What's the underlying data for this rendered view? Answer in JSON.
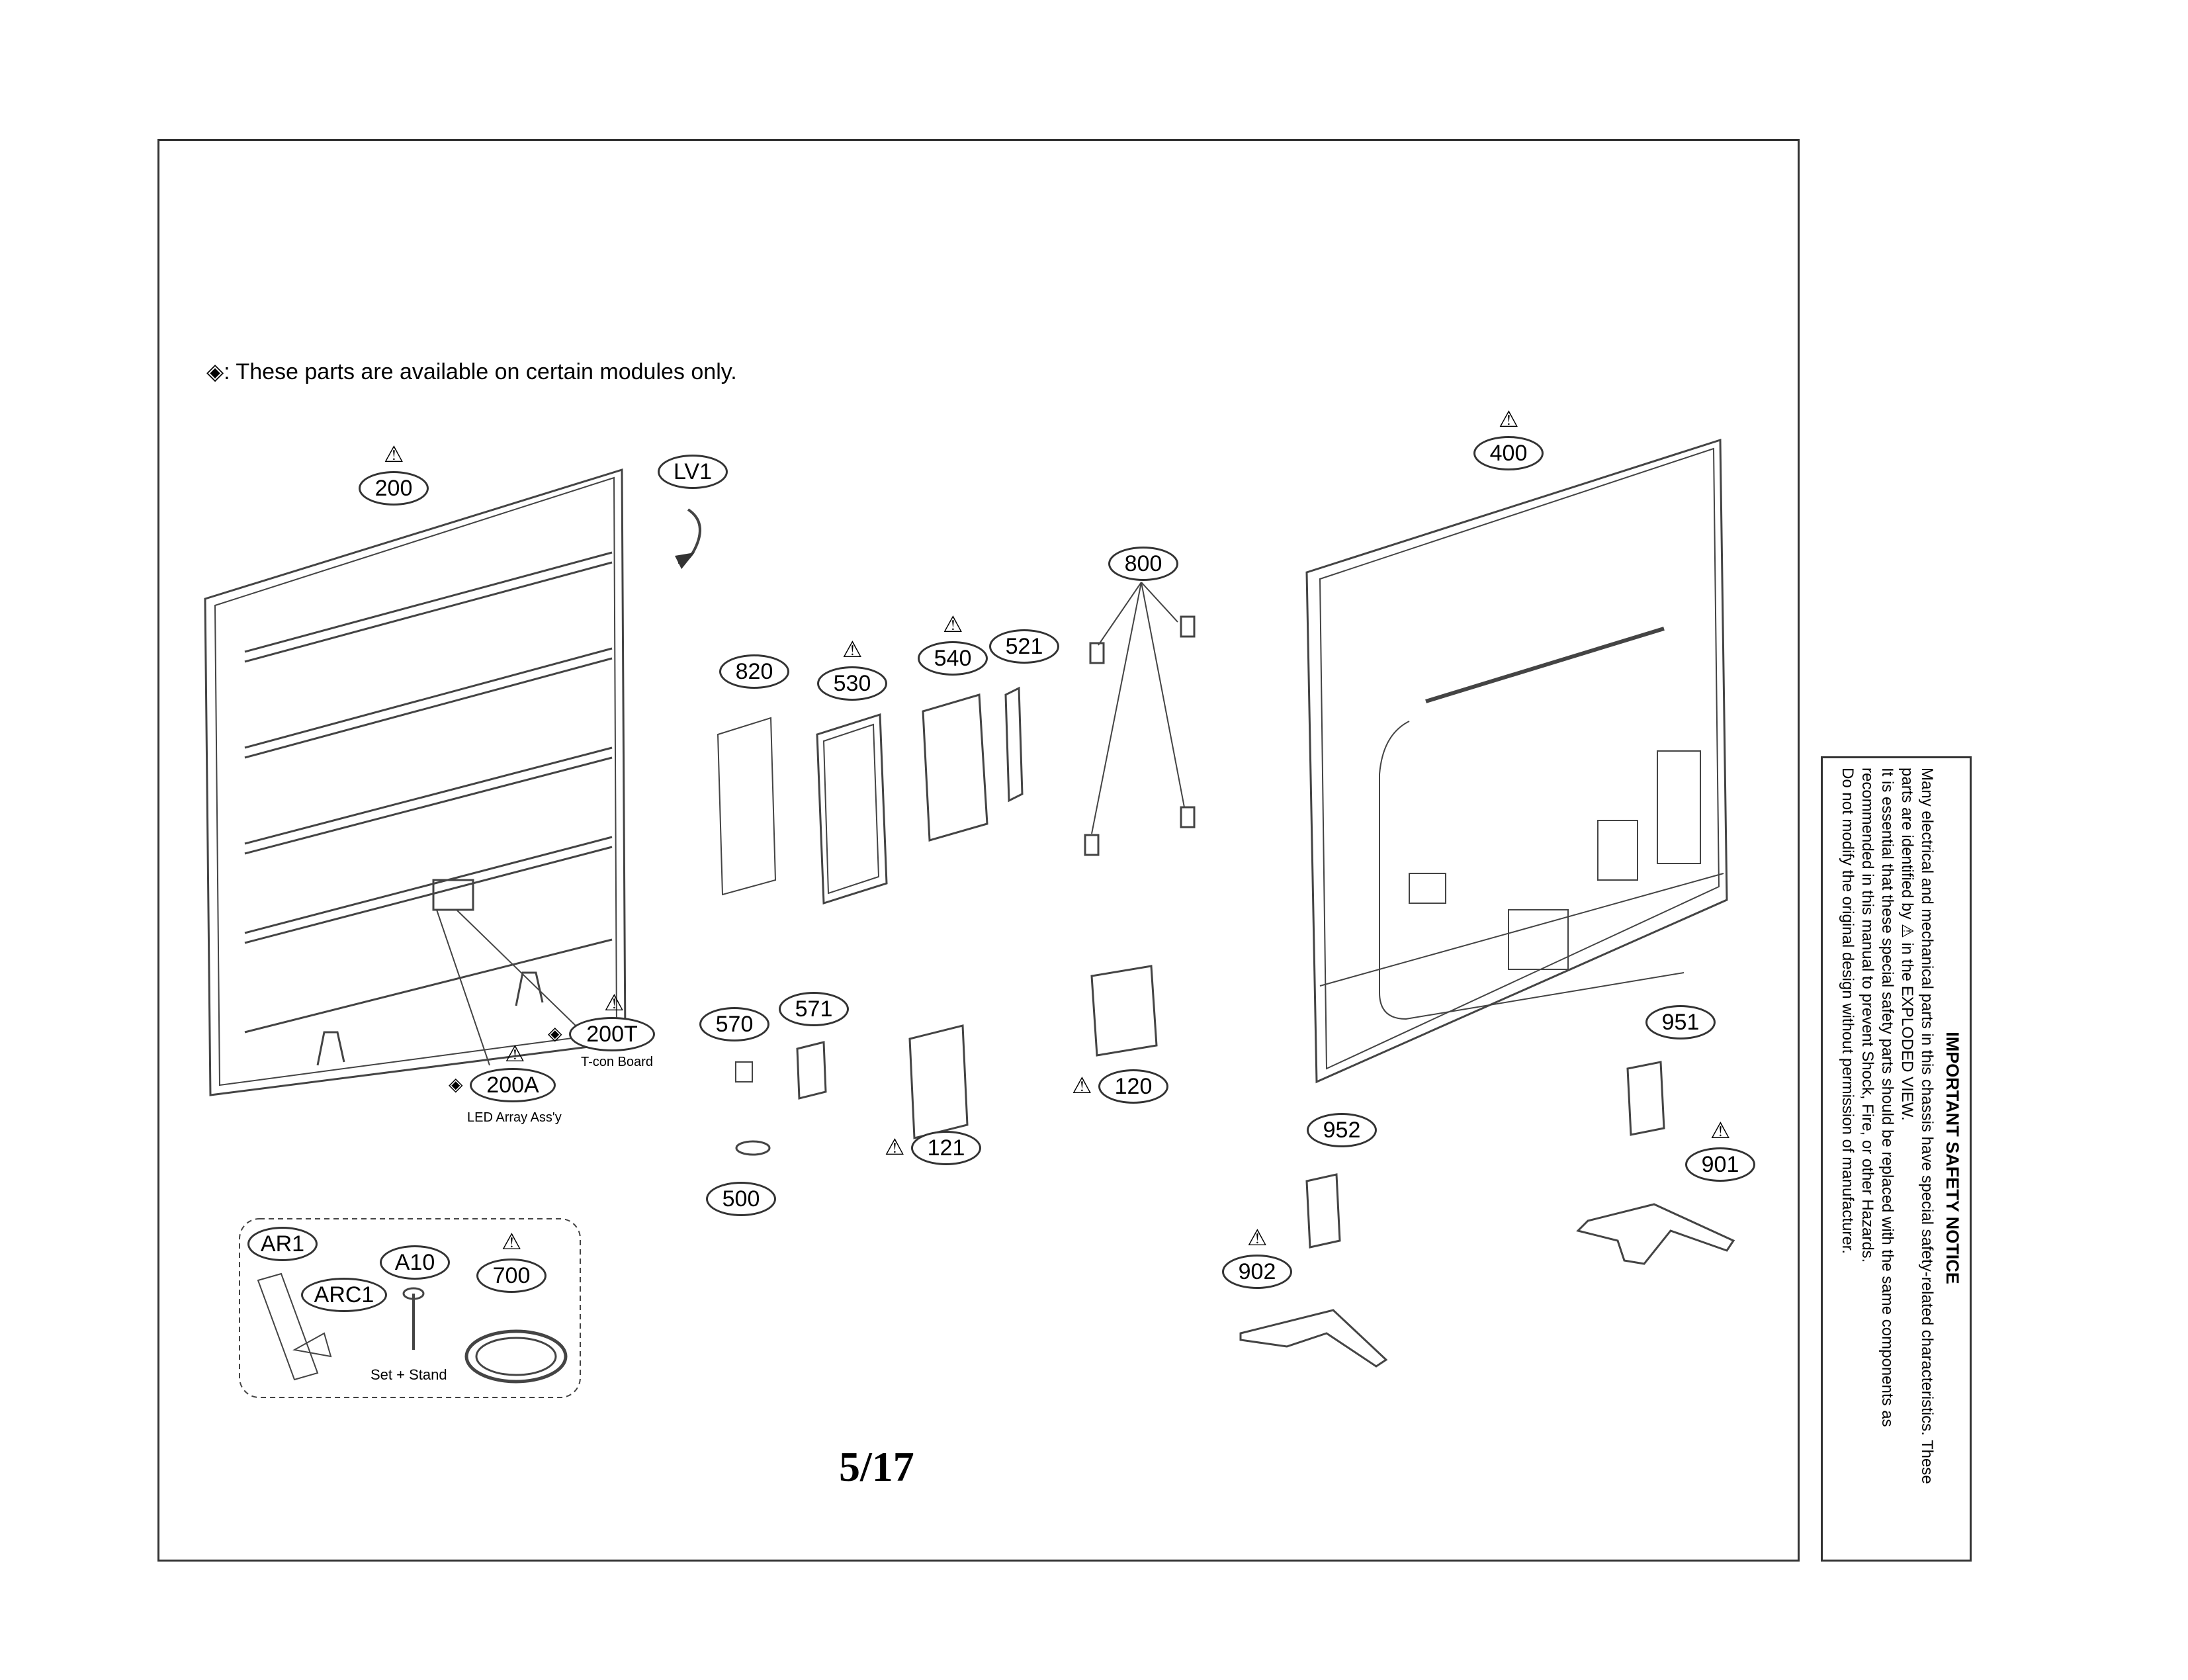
{
  "note": {
    "symbol": "◈",
    "text": ": These parts are available on certain modules only."
  },
  "callouts": [
    {
      "id": "200",
      "warn": true,
      "diamond": false
    },
    {
      "id": "LV1",
      "warn": false,
      "diamond": false
    },
    {
      "id": "820",
      "warn": false,
      "diamond": false
    },
    {
      "id": "530",
      "warn": true,
      "diamond": false
    },
    {
      "id": "540",
      "warn": true,
      "diamond": false
    },
    {
      "id": "521",
      "warn": false,
      "diamond": false
    },
    {
      "id": "800",
      "warn": false,
      "diamond": false
    },
    {
      "id": "400",
      "warn": true,
      "diamond": false
    },
    {
      "id": "200T",
      "warn": true,
      "diamond": true
    },
    {
      "id": "200A",
      "warn": true,
      "diamond": true
    },
    {
      "id": "570",
      "warn": false,
      "diamond": false
    },
    {
      "id": "571",
      "warn": false,
      "diamond": false
    },
    {
      "id": "121",
      "warn": true,
      "diamond": false
    },
    {
      "id": "120",
      "warn": true,
      "diamond": false
    },
    {
      "id": "500",
      "warn": false,
      "diamond": false
    },
    {
      "id": "951",
      "warn": false,
      "diamond": false
    },
    {
      "id": "952",
      "warn": false,
      "diamond": false
    },
    {
      "id": "901",
      "warn": true,
      "diamond": false
    },
    {
      "id": "902",
      "warn": true,
      "diamond": false
    },
    {
      "id": "AR1",
      "warn": false,
      "diamond": false
    },
    {
      "id": "ARC1",
      "warn": false,
      "diamond": false
    },
    {
      "id": "A10",
      "warn": false,
      "diamond": false
    },
    {
      "id": "700",
      "warn": true,
      "diamond": false
    }
  ],
  "part_labels": {
    "tcon": "T-con Board",
    "led": "LED Array Ass'y",
    "screw": "Set + Stand"
  },
  "page_number": "5/17",
  "safety_notice": {
    "title": "IMPORTANT SAFETY NOTICE",
    "lines": [
      "Many electrical and mechanical parts in this chassis have special safety-related characteristics. These",
      "parts are identified by ⚠ in the EXPLODED VIEW.",
      "It is essential that these special safety parts should be replaced with the same components as",
      "recommended in this manual to prevent Shock, Fire, or other Hazards.",
      "Do not modify the original design without permission of manufacturer."
    ]
  }
}
